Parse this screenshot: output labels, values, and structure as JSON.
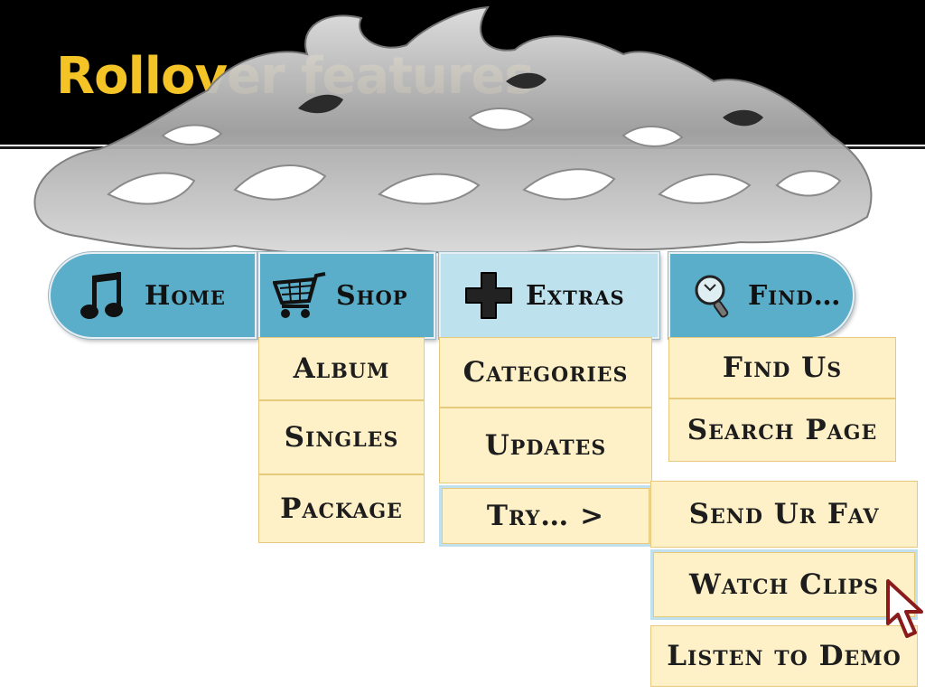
{
  "slide": {
    "title": "Rollover features"
  },
  "colors": {
    "title_bar": "#000000",
    "title_text": "#f4c326",
    "nav_button": "#5aaec9",
    "nav_button_active": "#bde2ee",
    "menu_item": "#fff1c7",
    "menu_border": "#e6c97a"
  },
  "nav": {
    "home": {
      "label": "Home",
      "icon": "music-note-icon"
    },
    "shop": {
      "label": "Shop",
      "icon": "shopping-cart-icon"
    },
    "extras": {
      "label": "Extras",
      "icon": "plus-icon"
    },
    "find": {
      "label": "Find…",
      "icon": "magnifier-icon"
    }
  },
  "menus": {
    "shop": [
      "Album",
      "Singles",
      "Package"
    ],
    "extras": [
      "Categories",
      "Updates",
      "Try… >"
    ],
    "find": [
      "Find Us",
      "Search Page"
    ],
    "try": [
      "Send Ur Fav",
      "Watch Clips",
      "Listen to Demo"
    ]
  }
}
